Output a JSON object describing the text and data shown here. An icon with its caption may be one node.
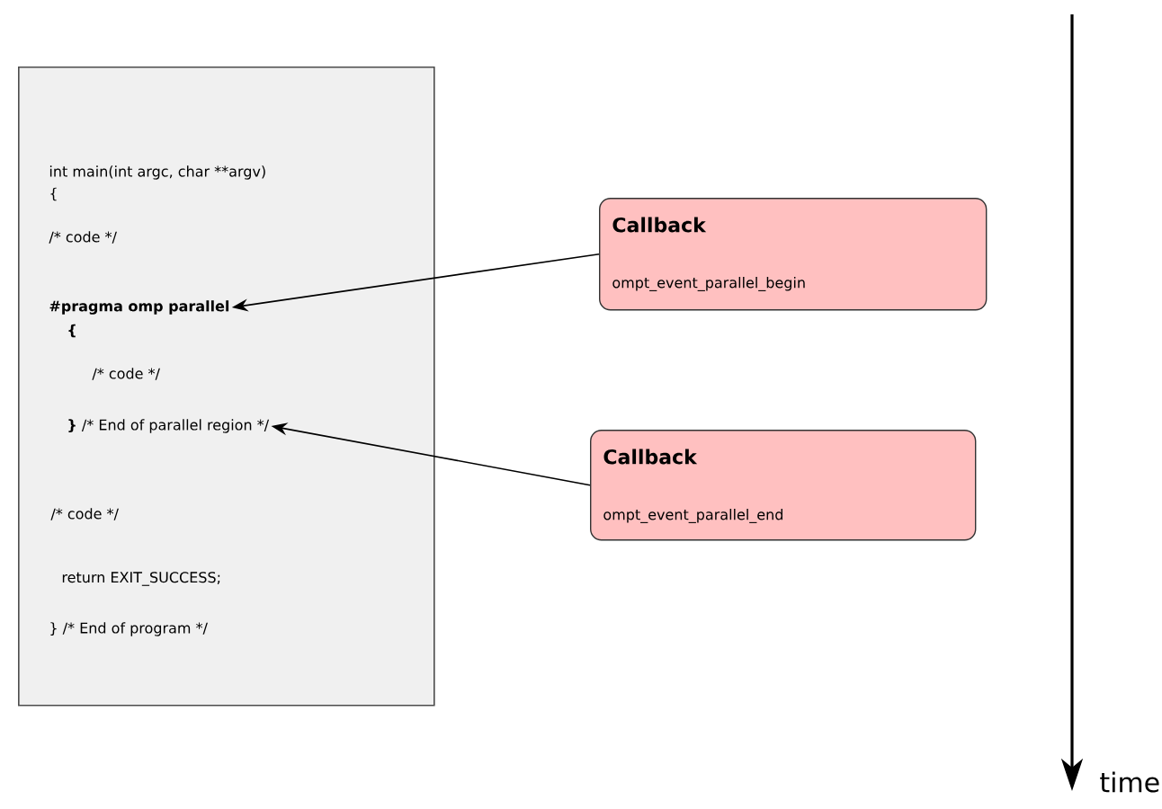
{
  "diagram": {
    "nodes": [
      {
        "text": [
          "int main(int argc, char **argv)",
          "{",
          "/* code */",
          "{",
          "/* code */",
          "/* code */",
          "return EXIT_SUCCESS;",
          "} /* End of program */"
        ]
      },
      {
        "text": [
          "#pragma omp parallel"
        ],
        "in": 0
      },
      {
        "text": [
          "**}** /* End of parallel region */"
        ],
        "in": 0
      },
      {
        "text": [
          "Callback",
          "ompt_event_parallel_begin"
        ]
      },
      {
        "text": [
          "Callback",
          "ompt_event_parallel_end"
        ]
      }
    ],
    "edges": [
      {
        "from": 3,
        "to": 1,
        "arrow": "to"
      },
      {
        "from": 4,
        "to": 2,
        "arrow": "to"
      }
    ],
    "labels": [
      "time"
    ]
  }
}
